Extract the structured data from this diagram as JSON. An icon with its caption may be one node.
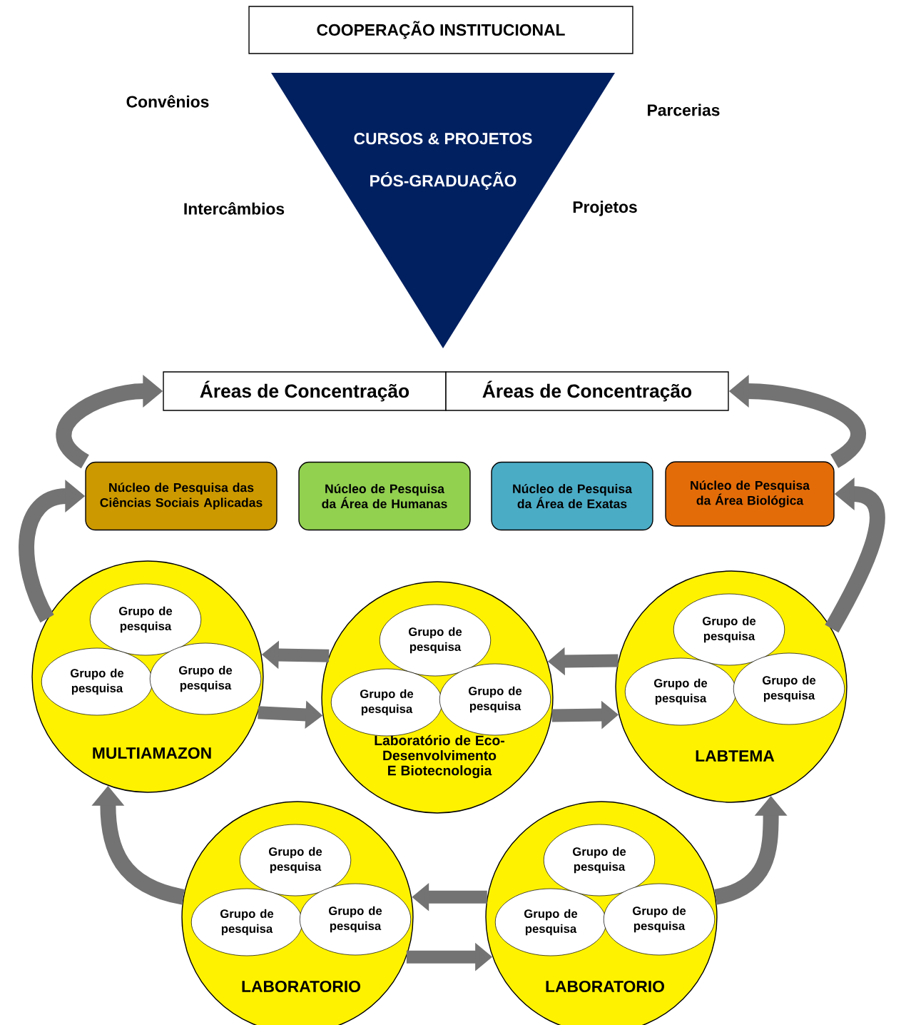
{
  "diagram": {
    "nodes": [
      {
        "text": [
          "COOPERAÇÃO INSTITUCIONAL"
        ]
      },
      {
        "text": [
          "CURSOS & PROJETOS",
          "PÓS-GRADUAÇÃO"
        ]
      },
      {
        "text": [
          "Áreas de Concentração"
        ]
      },
      {
        "text": [
          "Áreas de Concentração"
        ]
      },
      {
        "text": [
          "Núcleo de Pesquisa das Ciências Sociais Aplicadas"
        ]
      },
      {
        "text": [
          "Núcleo de Pesquisa da Área de Humanas"
        ]
      },
      {
        "text": [
          "Núcleo de Pesquisa da Área de Exatas"
        ]
      },
      {
        "text": [
          "Núcleo de Pesquisa da Área Biológica"
        ]
      },
      {
        "text": [
          "MULTIAMAZON"
        ]
      },
      {
        "text": [
          "Grupo de pesquisa"
        ],
        "in": 8
      },
      {
        "text": [
          "Grupo de pesquisa"
        ],
        "in": 8
      },
      {
        "text": [
          "Grupo de pesquisa"
        ],
        "in": 8
      },
      {
        "text": [
          "Laboratório de Eco-Desenvolvimento E Biotecnologia"
        ]
      },
      {
        "text": [
          "Grupo de pesquisa"
        ],
        "in": 12
      },
      {
        "text": [
          "Grupo de pesquisa"
        ],
        "in": 12
      },
      {
        "text": [
          "Grupo de pesquisa"
        ],
        "in": 12
      },
      {
        "text": [
          "LABTEMA"
        ]
      },
      {
        "text": [
          "Grupo de pesquisa"
        ],
        "in": 16
      },
      {
        "text": [
          "Grupo de pesquisa"
        ],
        "in": 16
      },
      {
        "text": [
          "Grupo de pesquisa"
        ],
        "in": 16
      },
      {
        "text": [
          "LABORATORIO"
        ]
      },
      {
        "text": [
          "Grupo de pesquisa"
        ],
        "in": 20
      },
      {
        "text": [
          "Grupo de pesquisa"
        ],
        "in": 20
      },
      {
        "text": [
          "Grupo de pesquisa"
        ],
        "in": 20
      },
      {
        "text": [
          "LABORATORIO"
        ]
      },
      {
        "text": [
          "Grupo de pesquisa"
        ],
        "in": 24
      },
      {
        "text": [
          "Grupo de pesquisa"
        ],
        "in": 24
      },
      {
        "text": [
          "Grupo de pesquisa"
        ],
        "in": 24
      }
    ],
    "edges": [
      {
        "from": 4,
        "to": 2,
        "arrow": "to"
      },
      {
        "from": 7,
        "to": 3,
        "arrow": "to"
      },
      {
        "from": 8,
        "to": 4,
        "arrow": "to"
      },
      {
        "from": 16,
        "to": 7,
        "arrow": "to"
      },
      {
        "from": 20,
        "to": 8,
        "arrow": "to"
      },
      {
        "from": 24,
        "to": 16,
        "arrow": "to"
      },
      {
        "from": 12,
        "to": 8,
        "arrow": "to"
      },
      {
        "from": 8,
        "to": 12,
        "arrow": "to"
      },
      {
        "from": 16,
        "to": 12,
        "arrow": "to"
      },
      {
        "from": 12,
        "to": 16,
        "arrow": "to"
      },
      {
        "from": 24,
        "to": 20,
        "arrow": "to"
      },
      {
        "from": 20,
        "to": 24,
        "arrow": "to"
      }
    ],
    "labels": [
      "Convênios",
      "Parcerias",
      "Intercâmbios",
      "Projetos"
    ]
  }
}
